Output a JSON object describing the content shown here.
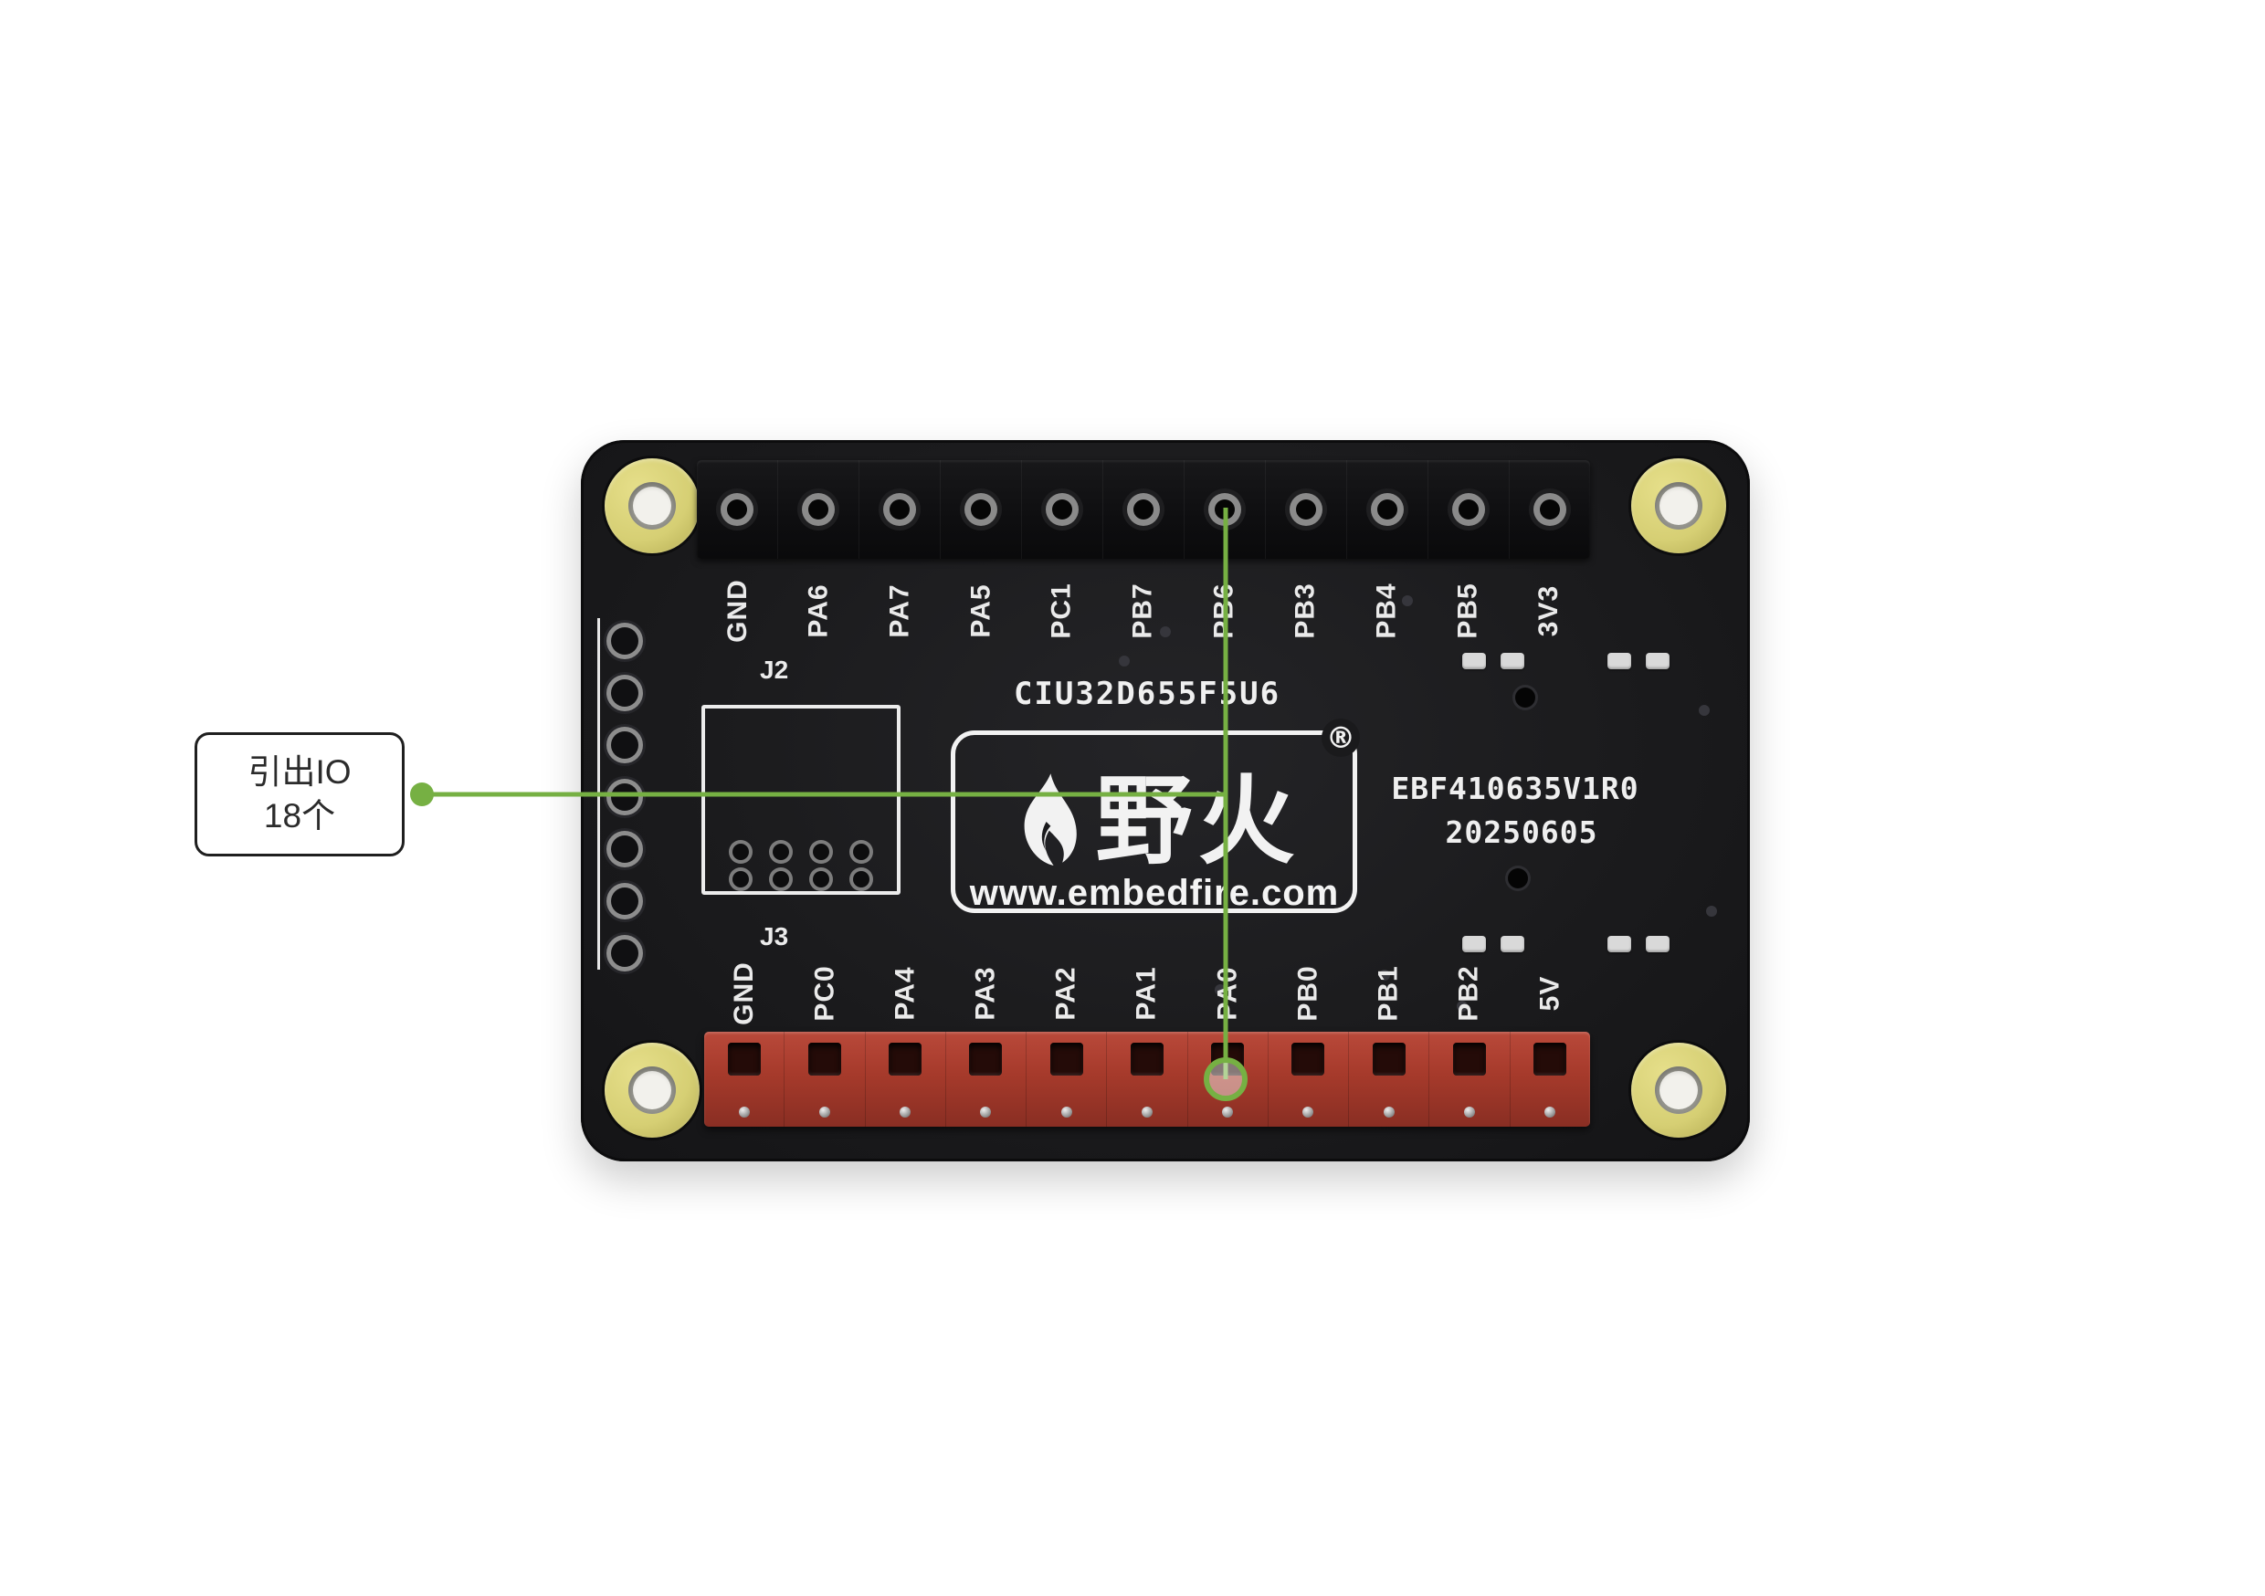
{
  "callout": {
    "line1": "引出IO",
    "line2": "18个"
  },
  "board": {
    "j2": {
      "label": "J2",
      "pins": [
        "GND",
        "PA6",
        "PA7",
        "PA5",
        "PC1",
        "PB7",
        "PB6",
        "PB3",
        "PB4",
        "PB5",
        "3V3"
      ]
    },
    "j3": {
      "label": "J3",
      "pins": [
        "GND",
        "PC0",
        "PA4",
        "PA3",
        "PA2",
        "PA1",
        "PA0",
        "PB0",
        "PB1",
        "PB2",
        "5V"
      ]
    },
    "silkscreen": {
      "mcu": "CIU32D655F5U6",
      "brand": "野火",
      "registered": "®",
      "website": "www.embedfire.com",
      "model": "EBF410635V1R0",
      "date": "20250605"
    }
  },
  "colors": {
    "annotation_green": "#76b043",
    "pcb_black": "#1a1a1c",
    "connector_red": "#a63a2b",
    "mount_ring_yellow": "#d6cf74",
    "silkscreen_white": "#f2f2f2"
  }
}
